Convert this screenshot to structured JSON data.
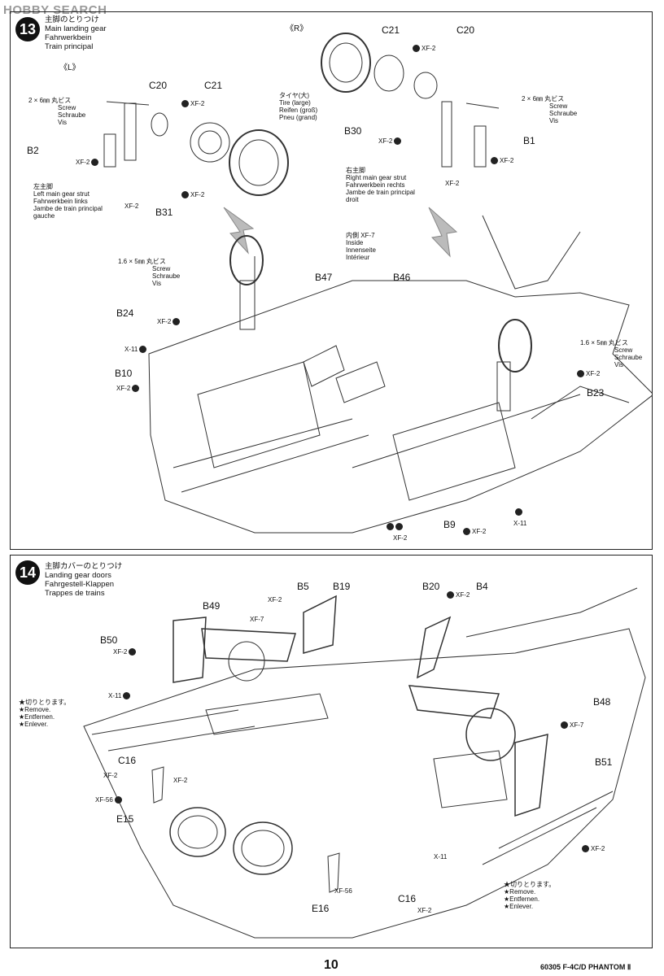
{
  "watermark": "HOBBY SEARCH",
  "step13": {
    "number": "13",
    "title_lines": [
      "主脚のとりつけ",
      "Main landing gear",
      "Fahrwerkbein",
      "Train principal"
    ],
    "left_marker": "《L》",
    "right_marker": "《R》",
    "screw_l": [
      "2 × 6㎜ 丸ビス",
      "Screw",
      "Schraube",
      "Vis"
    ],
    "screw_r": [
      "2 × 6㎜ 丸ビス",
      "Screw",
      "Schraube",
      "Vis"
    ],
    "tire": [
      "タイヤ(大)",
      "Tire (large)",
      "Reifen (groß)",
      "Pneu (grand)"
    ],
    "left_strut": [
      "左主脚",
      "Left main gear strut",
      "Fahrwerkbein links",
      "Jambe de train principal",
      "gauche"
    ],
    "right_strut": [
      "右主脚",
      "Right main gear strut",
      "Fahrwerkbein rechts",
      "Jambe de train principal",
      "droit"
    ],
    "small_screw_l": [
      "1.6 × 5㎜ 丸ビス",
      "Screw",
      "Schraube",
      "Vis"
    ],
    "small_screw_r": [
      "1.6 × 5㎜ 丸ビス",
      "Screw",
      "Schraube",
      "Vis"
    ],
    "inside": [
      "内側 XF-7",
      "Inside",
      "Innenseite",
      "Intérieur"
    ],
    "parts": {
      "c20a": "C20",
      "c21a": "C21",
      "c21b": "C21",
      "c20b": "C20",
      "b2": "B2",
      "b31": "B31",
      "b30": "B30",
      "b1": "B1",
      "b24": "B24",
      "b47": "B47",
      "b46": "B46",
      "b10": "B10",
      "b23": "B23",
      "b9": "B9"
    },
    "paints": {
      "xf2": "XF-2",
      "x11": "X-11"
    }
  },
  "step14": {
    "number": "14",
    "title_lines": [
      "主脚カバーのとりつけ",
      "Landing gear doors",
      "Fahrgestell-Klappen",
      "Trappes de trains"
    ],
    "remove_l": [
      "★切りとります。",
      "★Remove.",
      "★Entfernen.",
      "★Enlever."
    ],
    "remove_r": [
      "★切りとります。",
      "★Remove.",
      "★Entfernen.",
      "★Enlever."
    ],
    "parts": {
      "b5": "B5",
      "b19": "B19",
      "b20": "B20",
      "b4": "B4",
      "b49": "B49",
      "b50": "B50",
      "b48": "B48",
      "c16a": "C16",
      "b51": "B51",
      "e15": "E15",
      "e16": "E16",
      "c16b": "C16"
    },
    "paints": {
      "xf2": "XF-2",
      "xf7": "XF-7",
      "x11": "X-11",
      "xf56": "XF-56"
    }
  },
  "footer": {
    "page": "10",
    "model": "60305 F-4C/D PHANTOM Ⅱ"
  }
}
